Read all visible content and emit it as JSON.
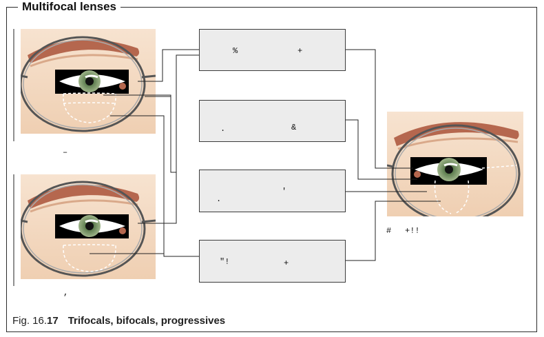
{
  "figure": {
    "heading": "Multifocal lenses",
    "caption_prefix": "Fig. 16.",
    "caption_number": "17",
    "caption_title": "Trifocals, bifocals, progressives"
  },
  "boxes": [
    {
      "left": "%",
      "right": "+"
    },
    {
      "left": ".",
      "right": "&"
    },
    {
      "left": ".",
      "right": "'"
    },
    {
      "left": "\"!",
      "right": "+"
    }
  ],
  "labels": {
    "top_eye_mark": "–",
    "bottom_eye_mark": ",",
    "right_eye_left": "#",
    "right_eye_right": "+!!"
  },
  "colors": {
    "skin": "#f4d9c0",
    "brow": "#b5674e",
    "box_fill": "#ececec",
    "iris": "#6b8f5a"
  }
}
